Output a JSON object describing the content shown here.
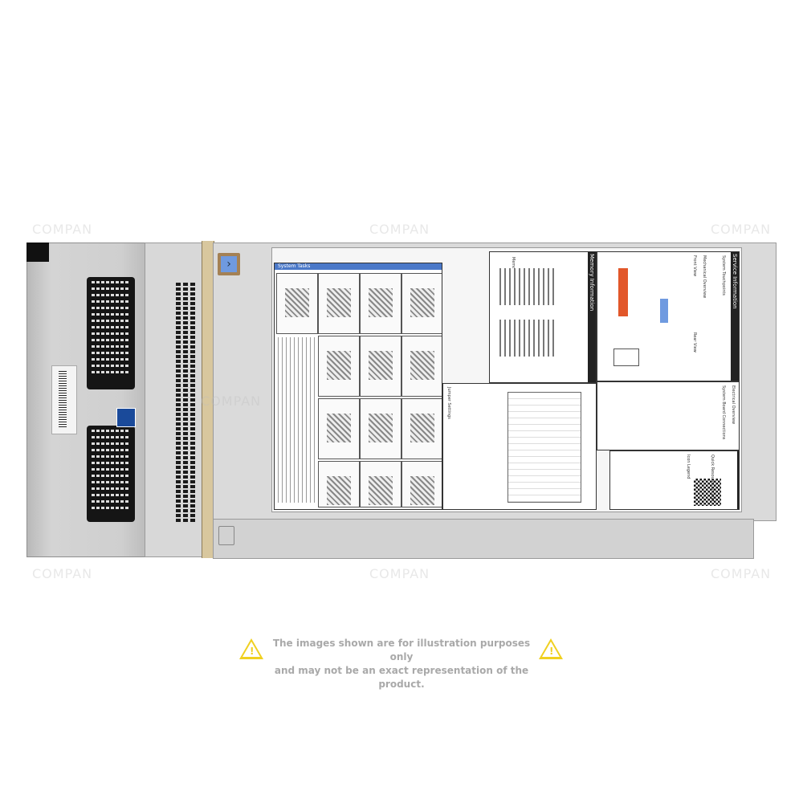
{
  "product": "server-blade",
  "colors": {
    "cover": "#dadada",
    "tan_strip": "#d8c79e",
    "touchpoint_orange": "#e2572a",
    "touchpoint_blue": "#6f9ae0",
    "warning": "#f0d020"
  },
  "service_label": {
    "service_information": "Service Information",
    "system_touchpoints": "System Touchpoints",
    "mechanical_overview": "Mechanical Overview",
    "front_view": "Front View",
    "rear_view": "Rear View",
    "electrical_overview": "Electrical Overview",
    "system_board_connections": "System Board Connections",
    "memory_information": "Memory Information",
    "memory_population": "Memory Population",
    "system_tasks": "System Tasks",
    "jumper_settings": "Jumper Settings",
    "icon_legend": "Icon Legend",
    "quick_resource_locator": "Quick Resource Locator"
  },
  "disclaimer": {
    "line1": "The images shown are for illustration purposes only",
    "line2": "and may not be an exact representation of the product.",
    "icon": "warning-triangle-icon"
  },
  "watermark": "COMPAN"
}
